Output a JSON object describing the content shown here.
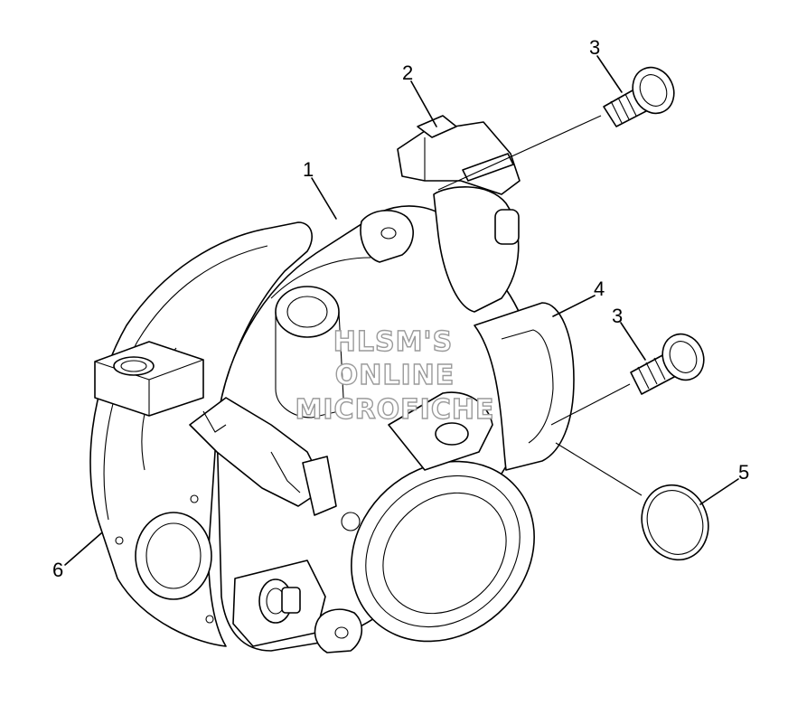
{
  "diagram": {
    "callouts": [
      {
        "id": "1",
        "label": "1"
      },
      {
        "id": "2",
        "label": "2"
      },
      {
        "id": "3a",
        "label": "3"
      },
      {
        "id": "3b",
        "label": "3"
      },
      {
        "id": "4",
        "label": "4"
      },
      {
        "id": "5",
        "label": "5"
      },
      {
        "id": "6",
        "label": "6"
      }
    ],
    "watermark": {
      "line1": "HLSM'S",
      "line2": "ONLINE",
      "line3": "MICROFICHE"
    },
    "colors": {
      "line": "#000000",
      "background": "#ffffff",
      "watermark_outline": "#9a9a9a"
    }
  }
}
